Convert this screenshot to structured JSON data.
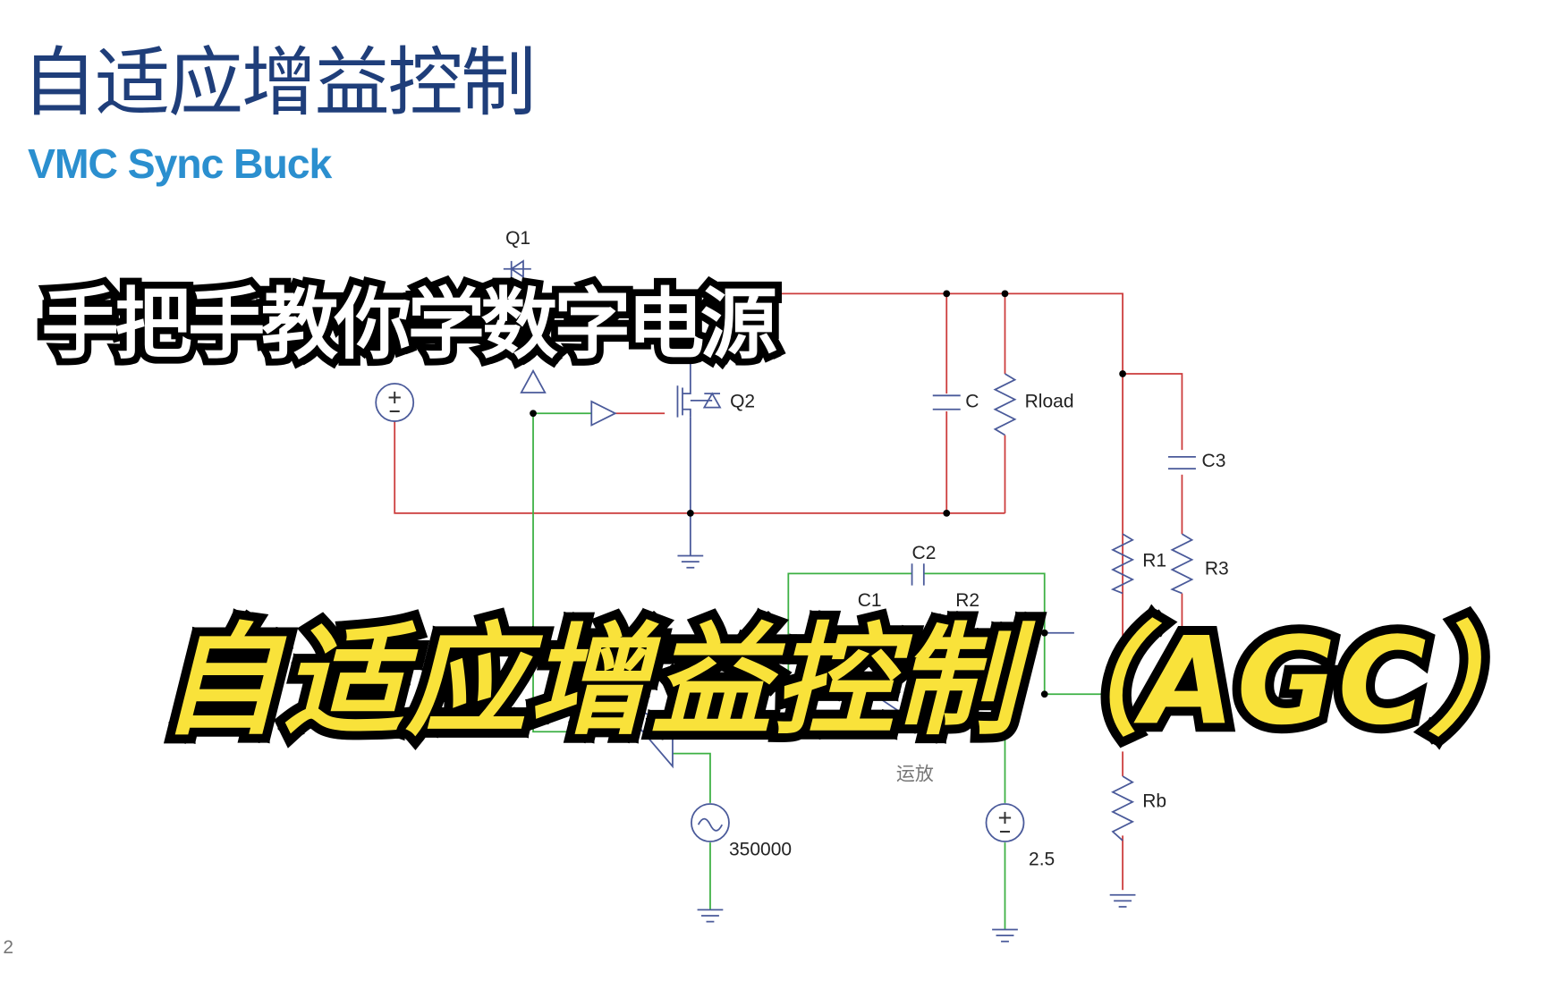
{
  "slide": {
    "title": "自适应增益控制",
    "subtitle": "VMC Sync Buck",
    "page_number": "2"
  },
  "schematic": {
    "labels": {
      "q1": "Q1",
      "q2": "Q2",
      "c": "C",
      "rload": "Rload",
      "c3": "C3",
      "r1": "R1",
      "r3": "R3",
      "c2": "C2",
      "c1": "C1",
      "r2": "R2",
      "rb": "Rb",
      "opamp": "运放",
      "ac_source": "350000",
      "dc_ref": "2.5"
    },
    "colors": {
      "power_wire": "#cc3b3b",
      "control_wire": "#3cb043",
      "component": "#4a5a9a"
    }
  },
  "overlay": {
    "series_caption": "手把手教你学数字电源",
    "topic_caption": "自适应增益控制（AGC）"
  }
}
